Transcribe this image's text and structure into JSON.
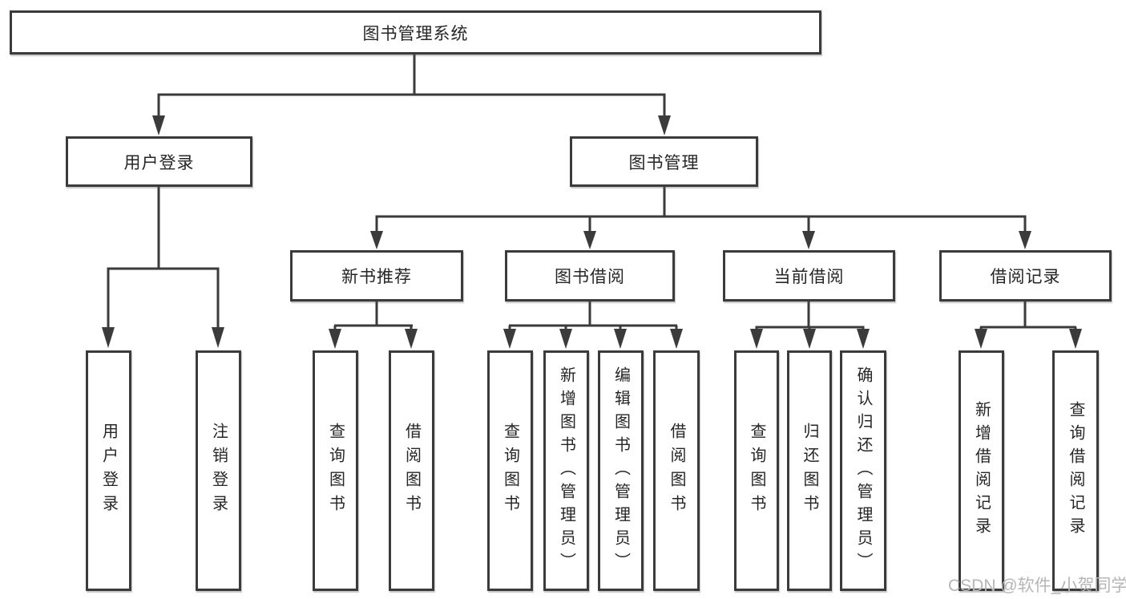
{
  "title": "图书管理系统",
  "watermark": "CSDN @软件_小贺同学",
  "colors": {
    "line": "#3b3b3b",
    "text": "#262626",
    "box_background": "#ffffff",
    "watermark": "#b6b6b6"
  },
  "tree": {
    "root": {
      "label": "图书管理系统",
      "children": [
        {
          "label": "用户登录",
          "children": [
            {
              "label": "用户登录"
            },
            {
              "label": "注销登录"
            }
          ]
        },
        {
          "label": "图书管理",
          "children": [
            {
              "label": "新书推荐",
              "children": [
                {
                  "label": "查询图书"
                },
                {
                  "label": "借阅图书"
                }
              ]
            },
            {
              "label": "图书借阅",
              "children": [
                {
                  "label": "查询图书"
                },
                {
                  "label": "新增图书（管理员）"
                },
                {
                  "label": "编辑图书（管理员）"
                },
                {
                  "label": "借阅图书"
                }
              ]
            },
            {
              "label": "当前借阅",
              "children": [
                {
                  "label": "查询图书"
                },
                {
                  "label": "归还图书"
                },
                {
                  "label": "确认归还（管理员）"
                }
              ]
            },
            {
              "label": "借阅记录",
              "children": [
                {
                  "label": "新增借阅记录"
                },
                {
                  "label": "查询借阅记录"
                }
              ]
            }
          ]
        }
      ]
    }
  }
}
